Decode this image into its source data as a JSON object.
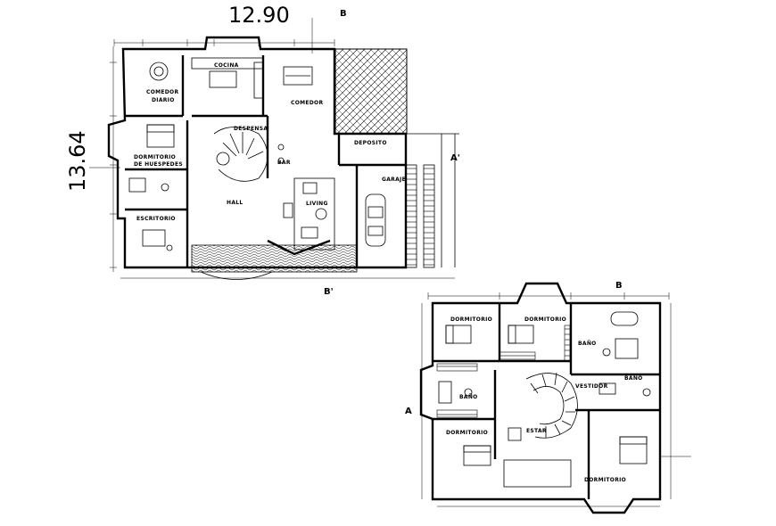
{
  "dimensions": {
    "width_label": "12.90",
    "height_label": "13.64"
  },
  "section_marks": {
    "b_top": "B",
    "b_bottom": "B'",
    "a_right": "A'",
    "b_top_upper": "B",
    "a_left_upper": "A"
  },
  "ground_floor_rooms": {
    "cocina": "COCINA",
    "comedor_diario_1": "COMEDOR",
    "comedor_diario_2": "DIARIO",
    "comedor": "COMEDOR",
    "despensa": "DESPENSA",
    "deposito": "DEPOSITO",
    "bar": "BAR",
    "dormitorio_huespedes_1": "DORMITORIO",
    "dormitorio_huespedes_2": "DE HUESPEDES",
    "hall": "HALL",
    "living": "LIVING",
    "garaje": "GARAJE",
    "escritorio": "ESCRITORIO"
  },
  "upper_floor_rooms": {
    "dormitorio_1": "DORMITORIO",
    "dormitorio_2": "DORMITORIO",
    "bano_1": "BAÑO",
    "bano_2": "BAÑO",
    "bano_3": "BAÑO",
    "vestidor": "VESTIDOR",
    "dormitorio_3": "DORMITORIO",
    "estar": "ESTAR",
    "dormitorio_4": "DORMITORIO"
  }
}
